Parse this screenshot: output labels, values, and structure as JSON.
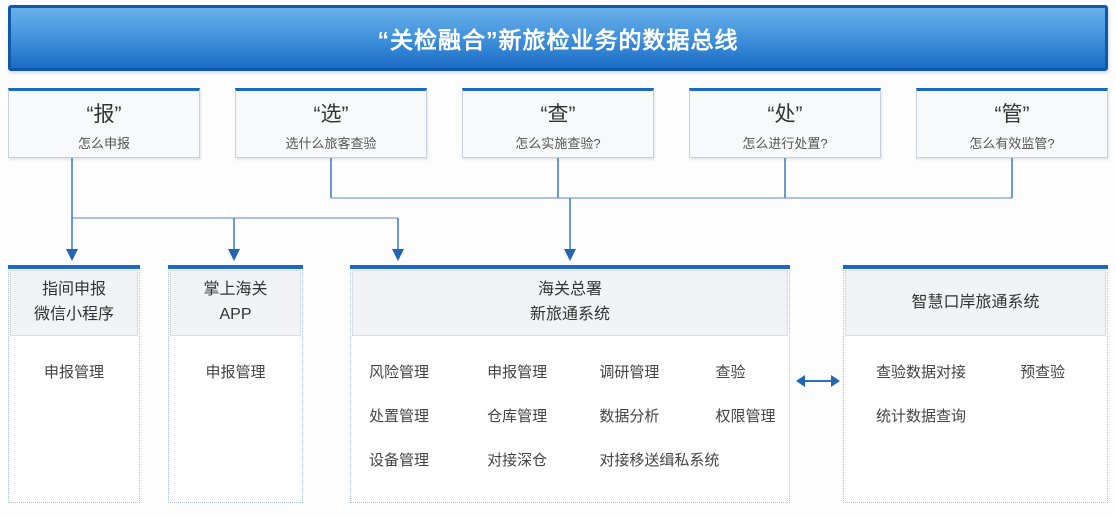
{
  "banner": {
    "title": "“关检融合”新旅检业务的数据总线"
  },
  "colors": {
    "accent_blue": "#1a6abf",
    "banner_gradient_top": "#6ab1ea",
    "banner_gradient_bottom": "#1b6cc4",
    "banner_border": "#0e59a9",
    "connector_line": "#3b78c3",
    "bus_line": "#94b0d6",
    "arrowhead": "#2264b5",
    "box_border": "#c7d1db",
    "dotted_border": "#a9bfd3",
    "header_bg": "#f1f3f6"
  },
  "questions": [
    {
      "keyword": "“报”",
      "question": "怎么申报"
    },
    {
      "keyword": "“选”",
      "question": "选什么旅客查验"
    },
    {
      "keyword": "“查”",
      "question": "怎么实施查验?"
    },
    {
      "keyword": "“处”",
      "question": "怎么进行处置?"
    },
    {
      "keyword": "“管”",
      "question": "怎么有效监管?"
    }
  ],
  "systems": [
    {
      "name_lines": [
        "指间申报",
        "微信小程序"
      ],
      "items": [
        "申报管理"
      ]
    },
    {
      "name_lines": [
        "掌上海关",
        "APP"
      ],
      "items": [
        "申报管理"
      ]
    },
    {
      "name_lines": [
        "海关总署",
        "新旅通系统"
      ],
      "rows": [
        [
          "风险管理",
          "申报管理",
          "调研管理",
          "查验"
        ],
        [
          "处置管理",
          "仓库管理",
          "数据分析",
          "权限管理"
        ],
        [
          "设备管理",
          "对接深仓",
          "对接移送缉私系统"
        ]
      ]
    },
    {
      "name_lines": [
        "智慧口岸旅通系统"
      ],
      "rows": [
        [
          "查验数据对接",
          "预查验"
        ],
        [
          "统计数据查询"
        ]
      ]
    }
  ]
}
